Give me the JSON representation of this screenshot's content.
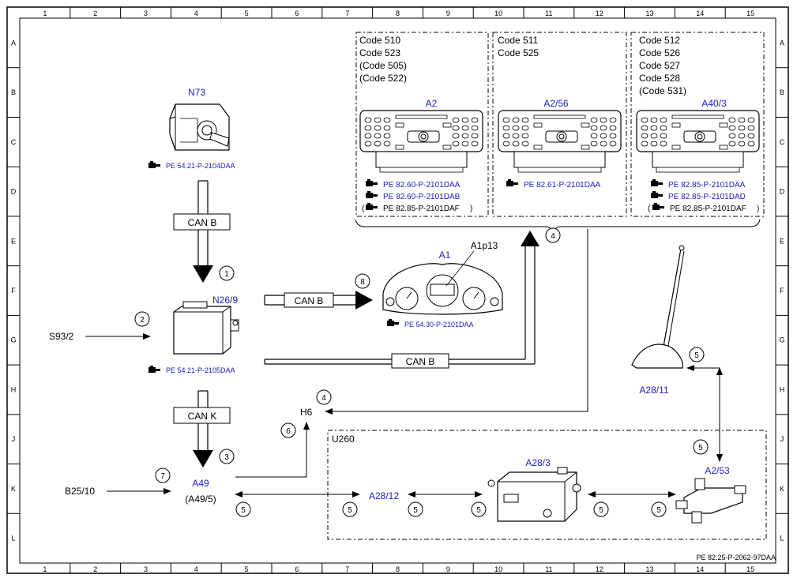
{
  "grid": {
    "columns": [
      "1",
      "2",
      "3",
      "4",
      "5",
      "6",
      "7",
      "8",
      "9",
      "10",
      "11",
      "12",
      "13",
      "14",
      "15"
    ],
    "rows": [
      "A",
      "B",
      "C",
      "D",
      "E",
      "F",
      "G",
      "H",
      "J",
      "K",
      "L"
    ]
  },
  "colors": {
    "component_label": "#2020c0",
    "line": "#000000"
  },
  "components": {
    "n73": {
      "label": "N73",
      "ref": "PE 54.21-P-2104DAA"
    },
    "n26_9": {
      "label": "N26/9",
      "ref": "PE 54.21-P-2105DAA"
    },
    "a1": {
      "label": "A1",
      "sub": "A1p13",
      "ref": "PE 54.30-P-2101DAA"
    },
    "a2": {
      "label": "A2",
      "codes": [
        "Code 510",
        "Code 523",
        "(Code 505)",
        "(Code 522)"
      ],
      "refs": [
        "PE 82.60-P-2101DAA",
        "PE 82.60-P-2101DAB"
      ],
      "ref_black": "PE 82.85-P-2101DAF"
    },
    "a2_56": {
      "label": "A2/56",
      "codes": [
        "Code 511",
        "Code 525"
      ],
      "refs": [
        "PE 82.61-P-2101DAA"
      ]
    },
    "a40_3": {
      "label": "A40/3",
      "codes": [
        "Code 512",
        "Code 526",
        "Code 527",
        "Code 528",
        "(Code 531)"
      ],
      "refs": [
        "PE 82.85-P-2101DAA",
        "PE 82.85-P-2101DAD"
      ],
      "ref_black": "PE 82.85-P-2101DAF"
    },
    "a28_11": {
      "label": "A28/11"
    },
    "a28_3": {
      "label": "A28/3"
    },
    "a28_12": {
      "label": "A28/12"
    },
    "a2_53": {
      "label": "A2/53"
    },
    "a49": {
      "label": "A49",
      "sub": "(A49/5)"
    }
  },
  "signals": {
    "s93_2": "S93/2",
    "b25_10": "B25/10",
    "h6": "H6"
  },
  "buses": {
    "can_b": "CAN B",
    "can_k": "CAN K"
  },
  "group": {
    "u260": "U260"
  },
  "callouts": [
    "1",
    "2",
    "3",
    "4",
    "4",
    "5",
    "5",
    "5",
    "5",
    "5",
    "5",
    "5",
    "5",
    "6",
    "7",
    "8"
  ],
  "footer": {
    "doc_id": "PE 82.25-P-2062-97DAA"
  }
}
